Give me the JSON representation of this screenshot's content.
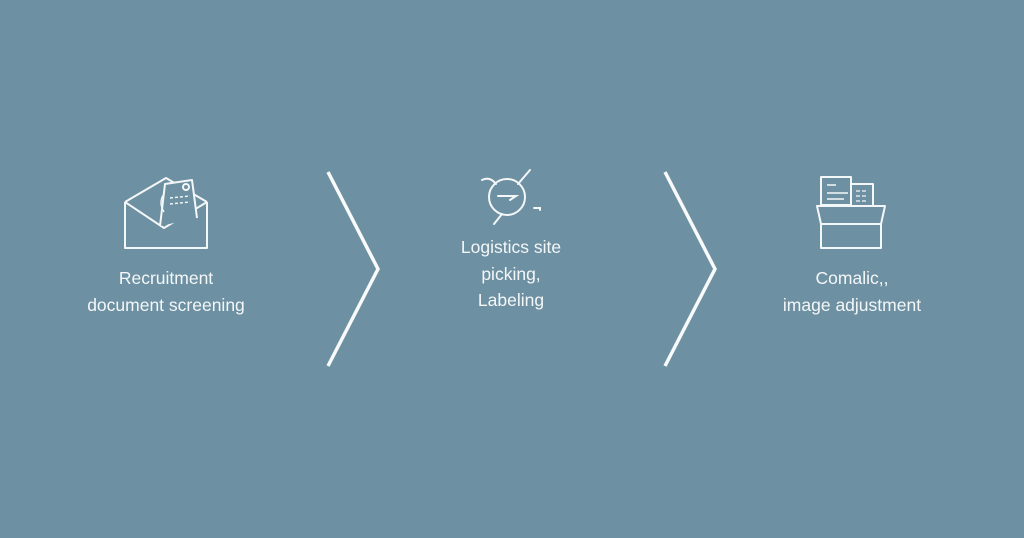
{
  "colors": {
    "background": "#6d90a2",
    "foreground": "#f4f7f8"
  },
  "steps": [
    {
      "icon": "envelope-document-icon",
      "line1": "Recruitment",
      "line2": "document screening"
    },
    {
      "icon": "circular-arrows-icon",
      "line1": "Logistics site",
      "line2": "picking,",
      "line3": "Labeling"
    },
    {
      "icon": "document-box-icon",
      "line1": "Comalic,,",
      "line2": "image adjustment"
    }
  ]
}
